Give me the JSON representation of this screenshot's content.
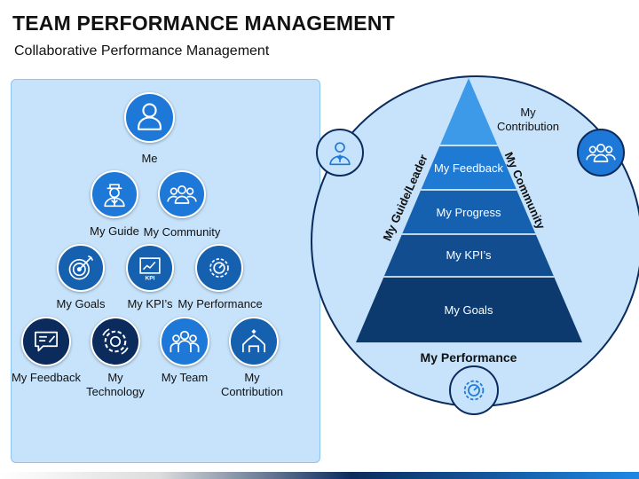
{
  "header": {
    "title": "TEAM PERFORMANCE MANAGEMENT",
    "subtitle": "Collaborative Performance Management"
  },
  "left_panel": {
    "me": {
      "label": "Me",
      "icon": "person-icon"
    },
    "row2": [
      {
        "label": "My Guide",
        "icon": "guide-icon"
      },
      {
        "label": "My Community",
        "icon": "community-icon"
      }
    ],
    "row3": [
      {
        "label": "My Goals",
        "icon": "target-icon"
      },
      {
        "label": "My KPI’s",
        "icon": "kpi-board-icon"
      },
      {
        "label": "My Performance",
        "icon": "gauge-gear-icon"
      }
    ],
    "row4": [
      {
        "label": "My Feedback",
        "icon": "feedback-icon"
      },
      {
        "label": "My Technology",
        "icon": "technology-gear-icon"
      },
      {
        "label": "My Team",
        "icon": "team-icon"
      },
      {
        "label": "My Contribution",
        "icon": "contribution-icon"
      }
    ]
  },
  "right_diagram": {
    "pyramid_levels": [
      "My Feedback",
      "My Progress",
      "My KPI’s",
      "My Goals"
    ],
    "top_label": "My Contribution",
    "left_side_label": "My Guide/Leader",
    "right_side_label": "My Community",
    "bottom_label": "My Performance",
    "icons": [
      "leader-icon",
      "community-icon",
      "gauge-gear-icon"
    ]
  },
  "colors": {
    "dark_navy": "#0b2b5c",
    "medium_blue": "#1e78d8",
    "light_panel": "#c6e3fb",
    "pyramid_top": "#3d9ae8",
    "pyramid_2": "#1f7ad4",
    "pyramid_3": "#1660b0",
    "pyramid_4": "#114d8f",
    "pyramid_5": "#0c3a6e"
  }
}
